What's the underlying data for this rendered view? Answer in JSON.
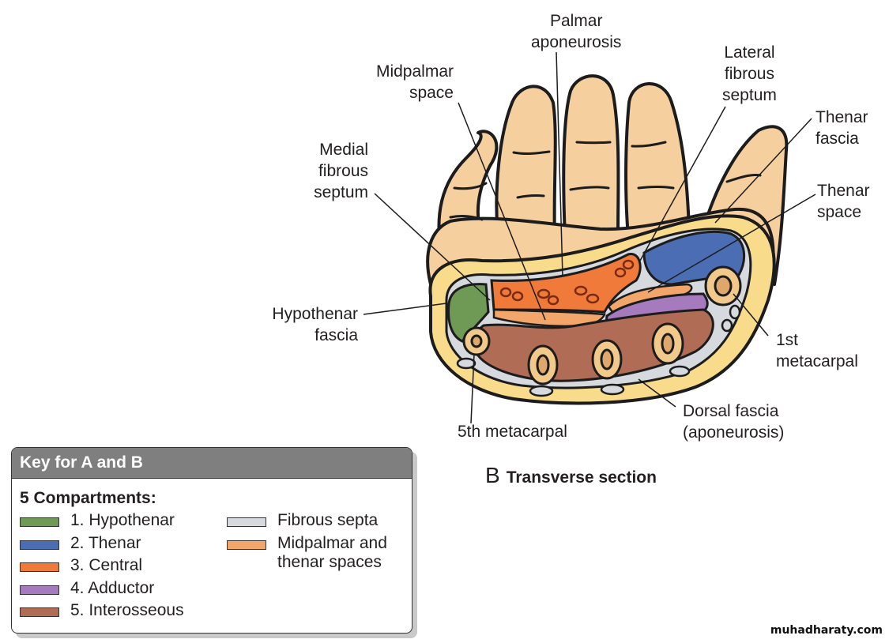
{
  "figure": {
    "panel_letter": "B",
    "panel_title": "Transverse section",
    "watermark": "muhadharaty.com"
  },
  "labels": {
    "palmar_aponeurosis": "Palmar\naponeurosis",
    "midpalmar_space": "Midpalmar\nspace",
    "lateral_fibrous_septum": "Lateral\nfibrous\nseptum",
    "thenar_fascia": "Thenar\nfascia",
    "medial_fibrous_septum": "Medial\nfibrous\nseptum",
    "thenar_space": "Thenar\nspace",
    "hypothenar_fascia": "Hypothenar\nfascia",
    "first_metacarpal": "1st\nmetacarpal",
    "fifth_metacarpal": "5th metacarpal",
    "dorsal_fascia": "Dorsal fascia\n(aponeurosis)"
  },
  "key": {
    "header": "Key for A and B",
    "subtitle": "5 Compartments:",
    "compartments": [
      {
        "label": "1. Hypothenar",
        "color": "#6e9a55"
      },
      {
        "label": "2. Thenar",
        "color": "#4a6db4"
      },
      {
        "label": "3. Central",
        "color": "#f07a3a"
      },
      {
        "label": "4. Adductor",
        "color": "#a57bbd"
      },
      {
        "label": "5. Interosseous",
        "color": "#b06c55"
      }
    ],
    "other": [
      {
        "label": "Fibrous septa",
        "color": "#d6d9dd"
      },
      {
        "label": "Midpalmar and\nthenar spaces",
        "color": "#f2a66a"
      }
    ]
  },
  "colors": {
    "skin": "#f6cf9e",
    "subcutaneous": "#f8dc8c",
    "bone": "#f1c98a",
    "bone_marrow": "#e0a76c",
    "outline": "#1c1c1c"
  }
}
